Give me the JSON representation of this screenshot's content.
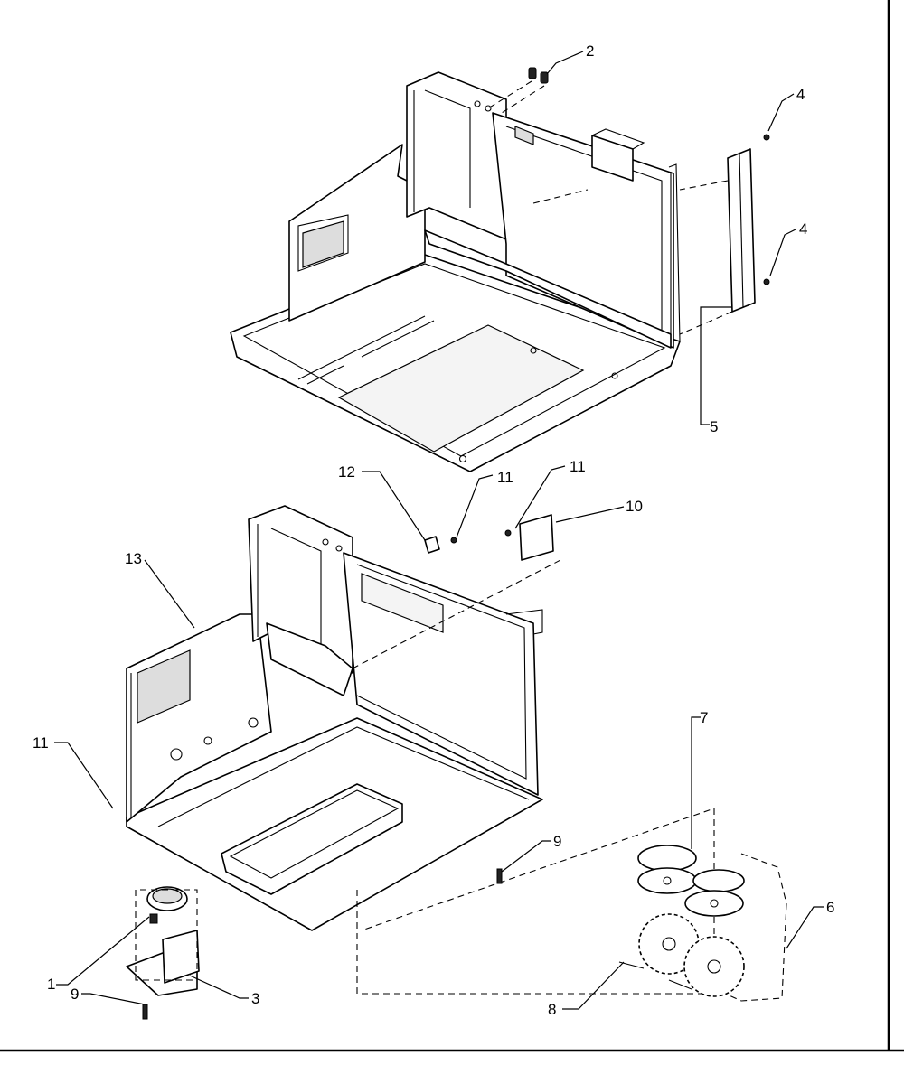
{
  "diagram": {
    "callouts": [
      {
        "id": "c2",
        "label": "2"
      },
      {
        "id": "c4a",
        "label": "4"
      },
      {
        "id": "c4b",
        "label": "4"
      },
      {
        "id": "c5",
        "label": "5"
      },
      {
        "id": "c12",
        "label": "12"
      },
      {
        "id": "c11a",
        "label": "11"
      },
      {
        "id": "c11b",
        "label": "11"
      },
      {
        "id": "c10",
        "label": "10"
      },
      {
        "id": "c13",
        "label": "13"
      },
      {
        "id": "c7",
        "label": "7"
      },
      {
        "id": "c11c",
        "label": "11"
      },
      {
        "id": "c9a",
        "label": "9"
      },
      {
        "id": "c6",
        "label": "6"
      },
      {
        "id": "c1",
        "label": "1"
      },
      {
        "id": "c9b",
        "label": "9"
      },
      {
        "id": "c3",
        "label": "3"
      },
      {
        "id": "c8",
        "label": "8"
      }
    ]
  }
}
